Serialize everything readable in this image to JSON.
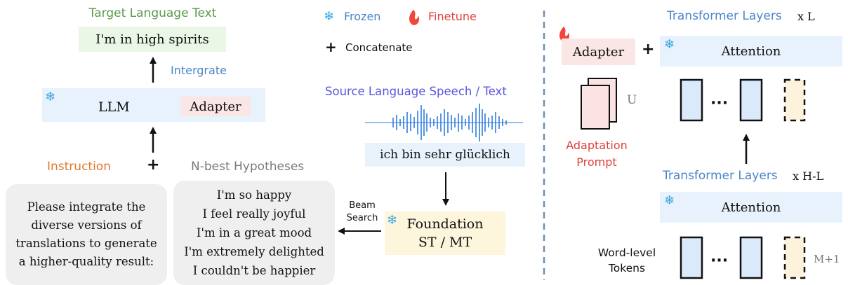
{
  "left": {
    "target_title": "Target Language Text",
    "target_text": "I'm in high spirits",
    "integrate_label": "Intergrate",
    "llm_label": "LLM",
    "adapter_label": "Adapter",
    "instruction_label": "Instruction",
    "plus": "+",
    "nbest_title": "N-best Hypotheses",
    "instruction_text": [
      "Please integrate the",
      "diverse versions of",
      "translations to generate",
      "a higher-quality result:"
    ],
    "hypotheses": [
      "I'm so happy",
      "I feel really joyful",
      "I'm in a great mood",
      "I'm extremely delighted",
      "I couldn't be happier"
    ]
  },
  "middle": {
    "legend_frozen": "Frozen",
    "legend_finetune": "Finetune",
    "legend_plus": "+",
    "legend_concat": "Concatenate",
    "source_title": "Source Language Speech / Text",
    "source_text": "ich bin sehr glücklich",
    "beam_line1": "Beam",
    "beam_line2": "Search",
    "foundation_line1": "Foundation",
    "foundation_line2": "ST / MT"
  },
  "right": {
    "top_layers_title": "Transformer Layers",
    "top_layers_mult": "x L",
    "adapter_label": "Adapter",
    "plus": "+",
    "attention_top": "Attention",
    "u_label": "U",
    "ellipsis_top": "···",
    "adaptation_line1": "Adaptation",
    "adaptation_line2": "Prompt",
    "bottom_layers_title": "Transformer Layers",
    "bottom_layers_mult": "x H-L",
    "attention_bottom": "Attention",
    "word_level_line1": "Word-level",
    "word_level_line2": "Tokens",
    "ellipsis_bottom": "···",
    "m1_label": "M+1"
  },
  "colors": {
    "green_text": "#5a9a4a",
    "blue_text": "#4a86c8",
    "orange_text": "#e07a2e",
    "gray_text": "#7a7a7a",
    "purple_text": "#5b55e0",
    "red_text": "#e0403a",
    "fire": "#f0473a",
    "snow": "#3aa6e0"
  }
}
